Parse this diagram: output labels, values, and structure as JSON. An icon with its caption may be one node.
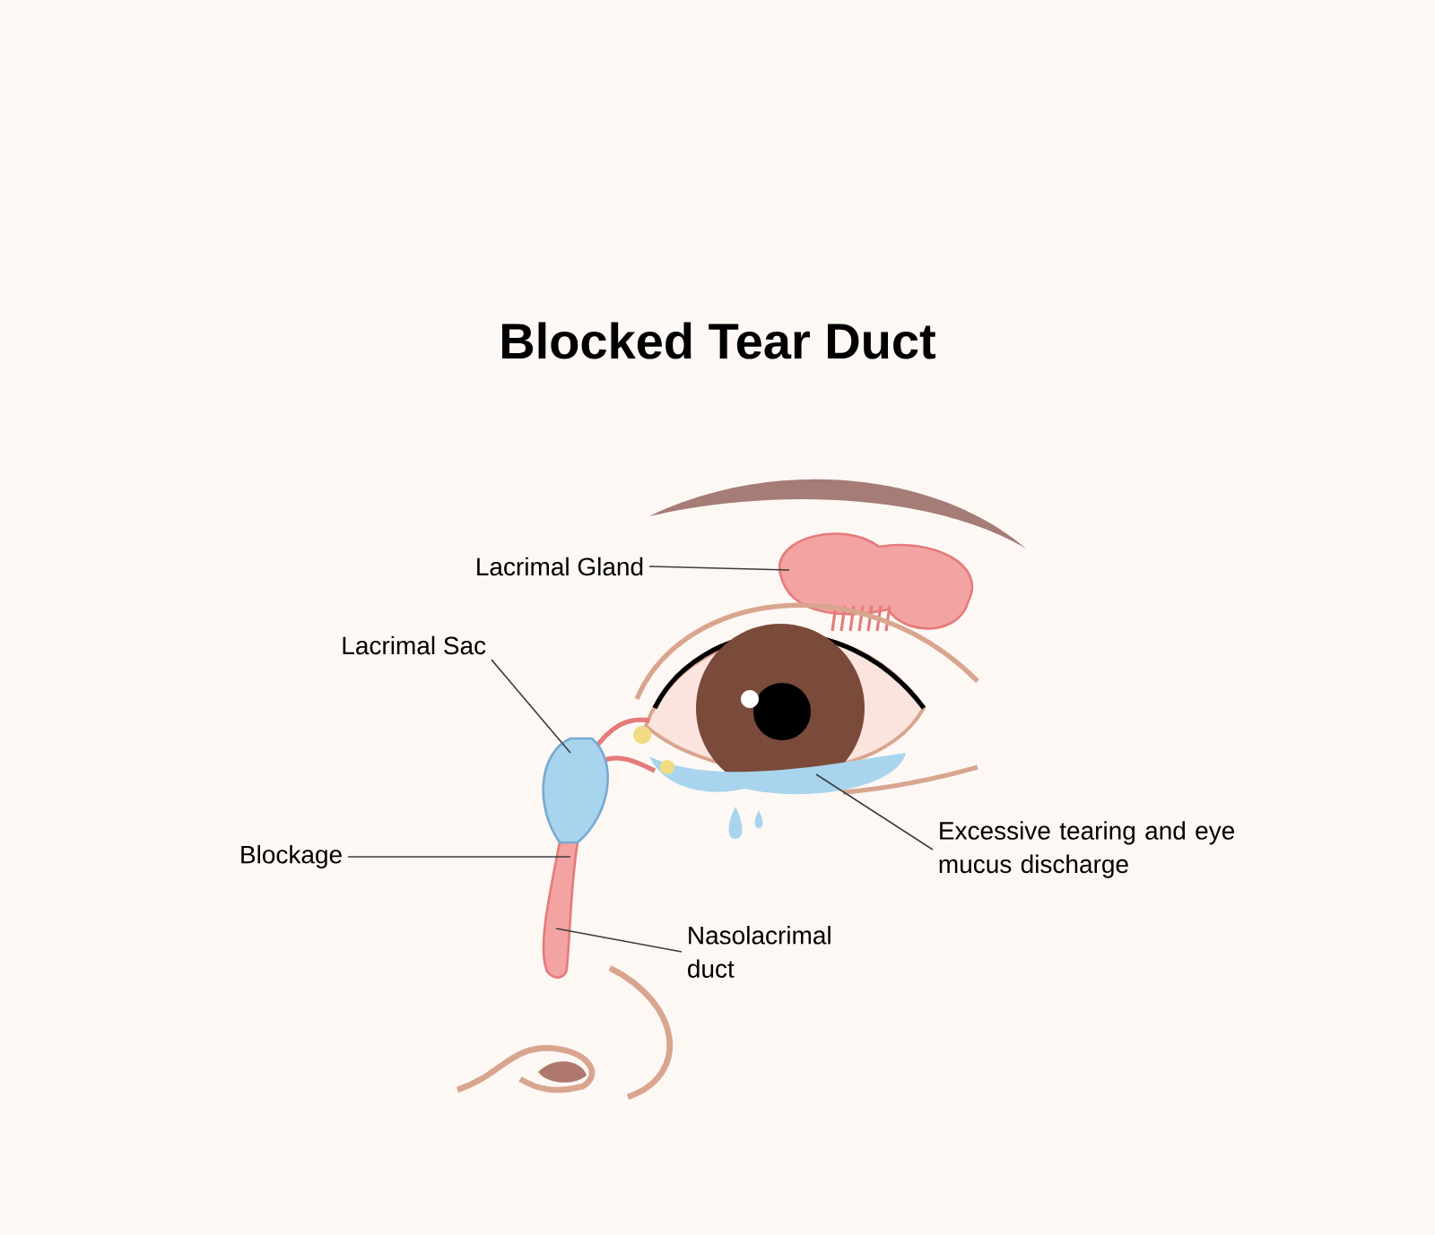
{
  "diagram": {
    "title": "Blocked Tear Duct",
    "nodes": [
      {
        "text": [
          "Lacrimal Gland"
        ]
      },
      {
        "text": [
          "Lacrimal Sac"
        ]
      },
      {
        "text": [
          "Blockage"
        ]
      },
      {
        "text": [
          "Excessive tearing and eye mucus discharge"
        ]
      },
      {
        "text": [
          "Nasolacrimal duct"
        ]
      }
    ],
    "edges": [
      {
        "from": 0,
        "to": null,
        "arrow": "none"
      },
      {
        "from": 1,
        "to": null,
        "arrow": "none"
      },
      {
        "from": 2,
        "to": null,
        "arrow": "none"
      },
      {
        "from": 3,
        "to": null,
        "arrow": "none"
      },
      {
        "from": 4,
        "to": null,
        "arrow": "none"
      }
    ]
  }
}
